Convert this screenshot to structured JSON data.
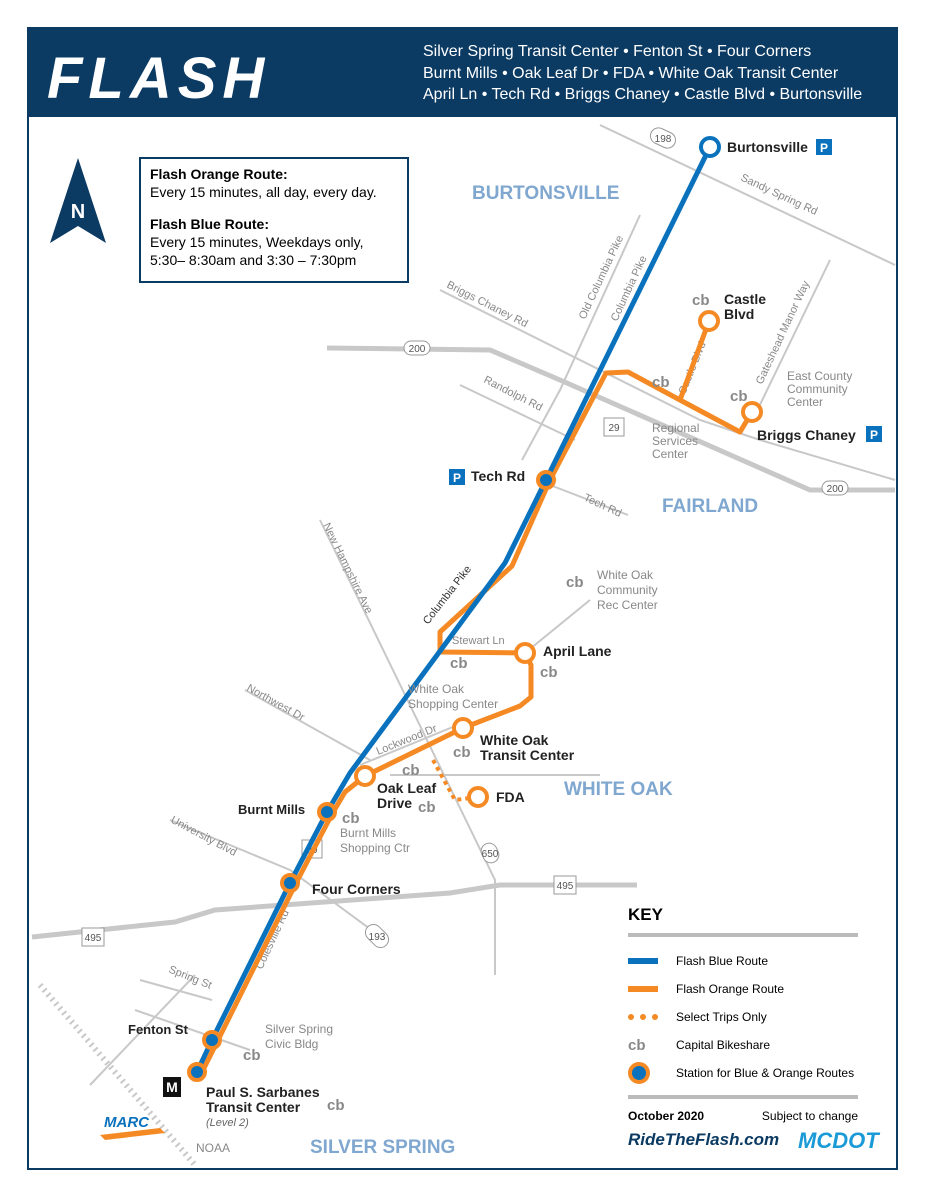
{
  "header": {
    "logo": "FLASH",
    "stops_lines": [
      "Silver Spring Transit Center • Fenton St •  Four Corners",
      "Burnt Mills • Oak Leaf Dr • FDA • White Oak Transit Center",
      "April Ln • Tech Rd • Briggs Chaney • Castle Blvd • Burtonsville"
    ]
  },
  "north": "N",
  "schedule": {
    "orange_title": "Flash Orange Route:",
    "orange_text": "Every 15 minutes, all day, every day.",
    "blue_title": "Flash Blue Route:",
    "blue_text1": "Every 15 minutes, Weekdays only,",
    "blue_text2": "5:30– 8:30am and 3:30 – 7:30pm"
  },
  "areas": {
    "burtonsville": "BURTONSVILLE",
    "fairland": "FAIRLAND",
    "white_oak": "WHITE OAK",
    "silver_spring": "SILVER SPRING"
  },
  "stations": {
    "burtonsville": "Burtonsville",
    "castle1": "Castle",
    "castle2": "Blvd",
    "briggs": "Briggs Chaney",
    "tech": "Tech Rd",
    "april": "April Lane",
    "wotc1": "White Oak",
    "wotc2": "Transit Center",
    "fda": "FDA",
    "oakleaf1": "Oak Leaf",
    "oakleaf2": "Drive",
    "burnt": "Burnt Mills",
    "four": "Four Corners",
    "fenton": "Fenton St",
    "ss1": "Paul S. Sarbanes",
    "ss2": "Transit Center",
    "ss3": "(Level 2)"
  },
  "roads": {
    "sandy": "Sandy Spring Rd",
    "r198": "198",
    "oldcol": "Old Columbia Pike",
    "colpike": "Columbia Pike",
    "colpike2": "Columbia Pike",
    "briggsrd": "Briggs Chaney Rd",
    "r200": "200",
    "r200b": "200",
    "randolph": "Randolph Rd",
    "us29": "29",
    "us29b": "29",
    "castlerd": "Castle Blvd",
    "gateshead": "Gateshead Manor Way",
    "techrd": "Tech Rd",
    "nh": "New Hampshire Ave",
    "stewart": "Stewart Ln",
    "northwest": "Northwest Dr",
    "lockwood": "Lockwood Dr",
    "university": "University Blvd",
    "r650": "650",
    "i495": "495",
    "i495b": "495",
    "r193": "193",
    "colesville": "Colesville Rd",
    "spring": "Spring St"
  },
  "landmarks": {
    "eccc": [
      "East County",
      "Community",
      "Center"
    ],
    "rsc": [
      "Regional",
      "Services",
      "Center"
    ],
    "worc": [
      "White Oak",
      "Community",
      "Rec Center"
    ],
    "wosc": [
      "White Oak",
      "Shopping Center"
    ],
    "bmsc": [
      "Burnt Mills",
      "Shopping Ctr"
    ],
    "sscb": [
      "Silver Spring",
      "Civic Bldg"
    ],
    "noaa": "NOAA",
    "marc": "MARC",
    "metro": "M",
    "parking": "P"
  },
  "key": {
    "title": "KEY",
    "items": [
      "Flash Blue Route",
      "Flash Orange Route",
      "Select Trips Only",
      "Capital Bikeshare",
      "Station for Blue & Orange Routes"
    ],
    "date": "October 2020",
    "note": "Subject to change"
  },
  "footer": {
    "site": "RideTheFlash.com",
    "mcdot": "MCDOT"
  },
  "colors": {
    "navy": "#0b3a63",
    "blue": "#0a72bd",
    "orange": "#f58a25",
    "road": "#c8c8c8",
    "area": "#7fa7cf"
  }
}
